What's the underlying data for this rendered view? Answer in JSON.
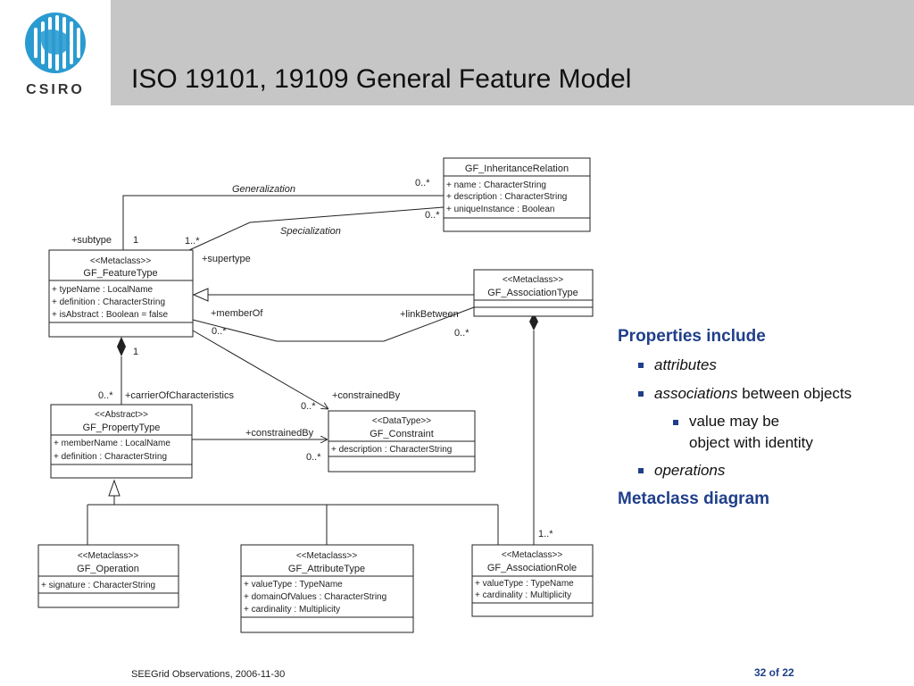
{
  "header": {
    "logo_text": "CSIRO",
    "title": "ISO 19101, 19109 General Feature Model"
  },
  "diagram": {
    "classes": {
      "inheritance": {
        "name": "GF_InheritanceRelation",
        "attrs": [
          "+ name : CharacterString",
          "+ description : CharacterString",
          "+ uniqueInstance : Boolean"
        ]
      },
      "featuretype": {
        "stereo": "<<Metaclass>>",
        "name": "GF_FeatureType",
        "attrs": [
          "+ typeName : LocalName",
          "+ definition : CharacterString",
          "+ isAbstract : Boolean = false"
        ]
      },
      "assoctype": {
        "stereo": "<<Metaclass>>",
        "name": "GF_AssociationType"
      },
      "propertytype": {
        "stereo": "<<Abstract>>",
        "name": "GF_PropertyType",
        "attrs": [
          "+ memberName : LocalName",
          "+ definition : CharacterString"
        ]
      },
      "constraint": {
        "stereo": "<<DataType>>",
        "name": "GF_Constraint",
        "attrs": [
          "+ description : CharacterString"
        ]
      },
      "operation": {
        "stereo": "<<Metaclass>>",
        "name": "GF_Operation",
        "attrs": [
          "+ signature : CharacterString"
        ]
      },
      "attributetype": {
        "stereo": "<<Metaclass>>",
        "name": "GF_AttributeType",
        "attrs": [
          "+ valueType : TypeName",
          "+ domainOfValues : CharacterString",
          "+ cardinality : Multiplicity"
        ]
      },
      "assocrole": {
        "stereo": "<<Metaclass>>",
        "name": "GF_AssociationRole",
        "attrs": [
          "+ valueType : TypeName",
          "+ cardinality : Multiplicity"
        ]
      }
    },
    "labels": {
      "generalization": "Generalization",
      "specialization": "Specialization",
      "mult_gen": "0..*",
      "mult_spec": "0..*",
      "subtype": "+subtype",
      "one_sub": "1",
      "one_many": "1..*",
      "supertype": "+supertype",
      "memberof": "+memberOf",
      "linkbetween": "+linkBetween",
      "mult_mo": "0..*",
      "mult_lb": "0..*",
      "one_comp": "1",
      "mult_coc": "0..*",
      "carrier": "+carrierOfCharacteristics",
      "constrainedby_top": "+constrainedBy",
      "mult_cb_top": "0..*",
      "constrainedby_mid": "+constrainedBy",
      "mult_cb_mid": "0..*",
      "mult_role": "1..*"
    }
  },
  "properties": {
    "heading": "Properties include",
    "attributes": "attributes",
    "associations": "associations",
    "between": " between objects",
    "value_line1": "value may be",
    "value_line2": "object with identity",
    "operations": "operations",
    "footer_heading": "Metaclass diagram"
  },
  "footer": {
    "text": "SEEGrid Observations, 2006-11-30",
    "page": "32 of  22"
  },
  "colors": {
    "accent": "#1f3f8a",
    "titlebar": "#c6c6c6",
    "logo": "#2a9bd0"
  }
}
